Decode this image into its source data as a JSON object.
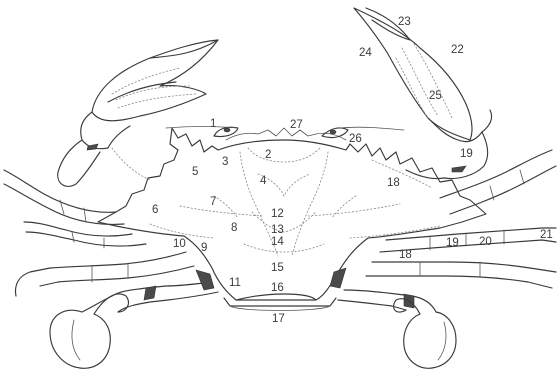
{
  "figure": {
    "labels": [
      "1",
      "2",
      "3",
      "4",
      "5",
      "6",
      "7",
      "8",
      "9",
      "10",
      "11",
      "12",
      "13",
      "14",
      "15",
      "16",
      "17",
      "18",
      "19",
      "20",
      "21",
      "22",
      "23",
      "24",
      "25",
      "26",
      "27"
    ],
    "colors": {
      "line": "#3a3a3a",
      "background": "#ffffff"
    }
  }
}
